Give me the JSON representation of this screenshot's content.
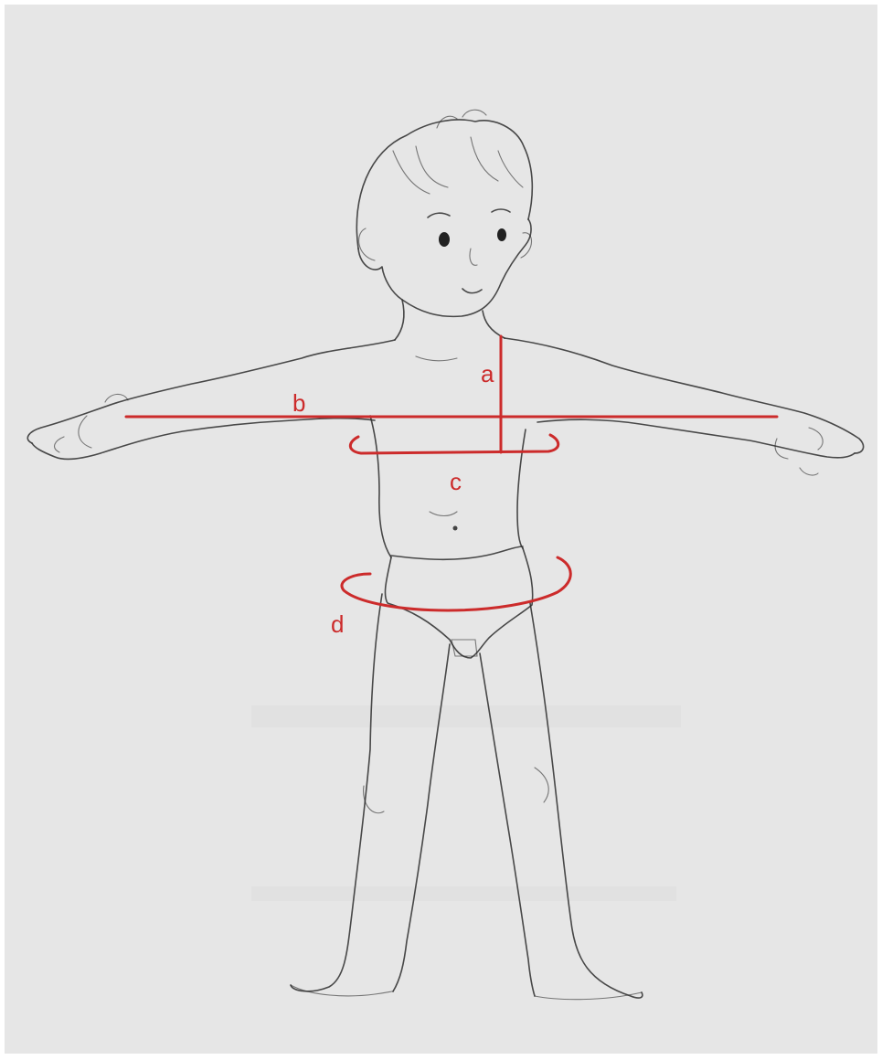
{
  "colors": {
    "background": "#e6e6e6",
    "sketch": "#2b2b2b",
    "measurement": "#cc2b2b"
  },
  "measurements": {
    "a": "a",
    "b": "b",
    "c": "c",
    "d": "d"
  }
}
